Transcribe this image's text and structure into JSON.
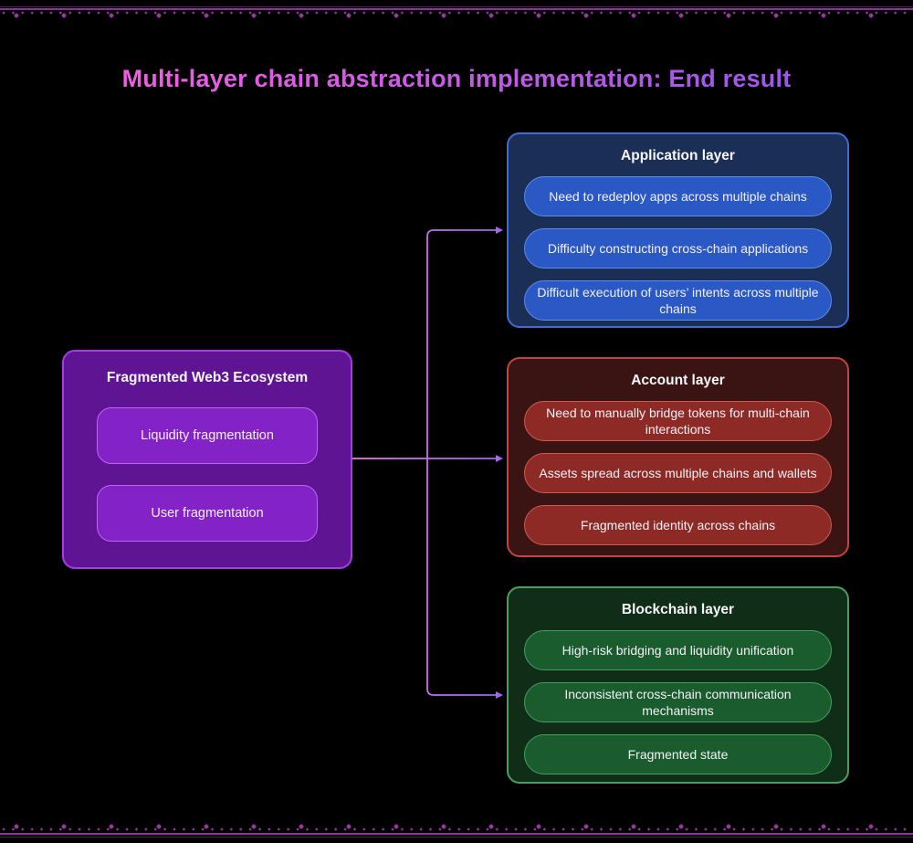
{
  "title": "Multi-layer chain abstraction implementation: End result",
  "source": {
    "title": "Fragmented Web3 Ecosystem",
    "items": [
      "Liquidity fragmentation",
      "User fragmentation"
    ]
  },
  "layers": [
    {
      "title": "Application layer",
      "items": [
        "Need to redeploy apps across multiple chains",
        "Difficulty constructing cross-chain applications",
        "Difficult execution of users’ intents across multiple chains"
      ]
    },
    {
      "title": "Account layer",
      "items": [
        "Need to manually bridge tokens for multi-chain interactions",
        "Assets spread across multiple chains and wallets",
        "Fragmented identity across chains"
      ]
    },
    {
      "title": "Blockchain layer",
      "items": [
        "High-risk bridging and liquidity unification",
        "Inconsistent cross-chain communication mechanisms",
        "Fragmented state"
      ]
    }
  ],
  "colors": {
    "background": "#000000",
    "title_gradient_start": "#f25fe0",
    "title_gradient_end": "#9b57e9",
    "connector_start": "#ee7ae8",
    "connector_end": "#9c66f0",
    "arrowhead": "#a266ef",
    "border_decoration": "#8d3598",
    "source_box": {
      "bg": "#5f1494",
      "border": "#a43cea",
      "pill_bg": "#8323c7",
      "pill_border": "#bf63f2"
    },
    "application_layer": {
      "bg": "#1b2e55",
      "border": "#3f6cd1",
      "pill_bg": "#2a58c4",
      "pill_border": "#5e8ceb"
    },
    "account_layer": {
      "bg": "#3a1413",
      "border": "#c24343",
      "pill_bg": "#8e2a26",
      "pill_border": "#cd5a52"
    },
    "blockchain_layer": {
      "bg": "#102d18",
      "border": "#4d9c61",
      "pill_bg": "#1a5c2d",
      "pill_border": "#44a05d"
    }
  }
}
